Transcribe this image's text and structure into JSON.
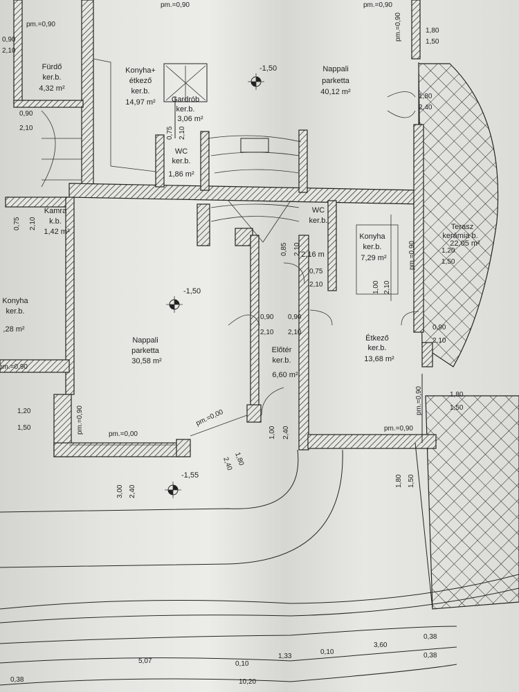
{
  "rooms": [
    {
      "name": "Fürdő",
      "floor": "ker.b.",
      "area": "4,32 m²"
    },
    {
      "name": "Konyha+",
      "name2": "étkező",
      "floor": "ker.b.",
      "area": "14,97 m²"
    },
    {
      "name": "Gardrób",
      "floor": "ker.b.",
      "area": "3,06 m²"
    },
    {
      "name": "WC",
      "floor": "ker.b.",
      "area": "1,86 m²"
    },
    {
      "name": "Kamra",
      "floor": "k.b.",
      "area": "1,42 m²"
    },
    {
      "name": "Nappali",
      "floor": "parketta",
      "area": "40,12 m²"
    },
    {
      "name": "WC",
      "floor": "ker.b.",
      "area": "2,16 m"
    },
    {
      "name": "Konyha",
      "floor": "ker.b.",
      "area": "7,29 m²"
    },
    {
      "name": "Terasz",
      "floor": "kerámia b.",
      "area": "22,05 m²"
    },
    {
      "name": "Étkező",
      "floor": "ker.b.",
      "area": "13,68 m²"
    },
    {
      "name": "Előtér",
      "floor": "ker.b.",
      "area": "6,60 m²"
    },
    {
      "name": "Nappali",
      "floor": "parketta",
      "area": "30,58 m²"
    },
    {
      "name": "Konyha",
      "floor": "ker.b.",
      "area": ",28 m²"
    }
  ],
  "levels": [
    "-1,50",
    "-1,50",
    "-1,55"
  ],
  "dims": {
    "pm090": "pm.=0,90",
    "pm000": "pm.=0,00",
    "d090": "0,90",
    "d210": "2,10",
    "d075": "0,75",
    "d085": "0,85",
    "d100": "1,00",
    "d120": "1,20",
    "d150": "1,50",
    "d180": "1,80",
    "d240": "2,40",
    "d300": "3,00"
  },
  "bottom_dims": [
    "0,38",
    "5,07",
    "0,10",
    "1,33",
    "0,10",
    "3,60",
    "0,38",
    "0,38",
    "10,20"
  ]
}
